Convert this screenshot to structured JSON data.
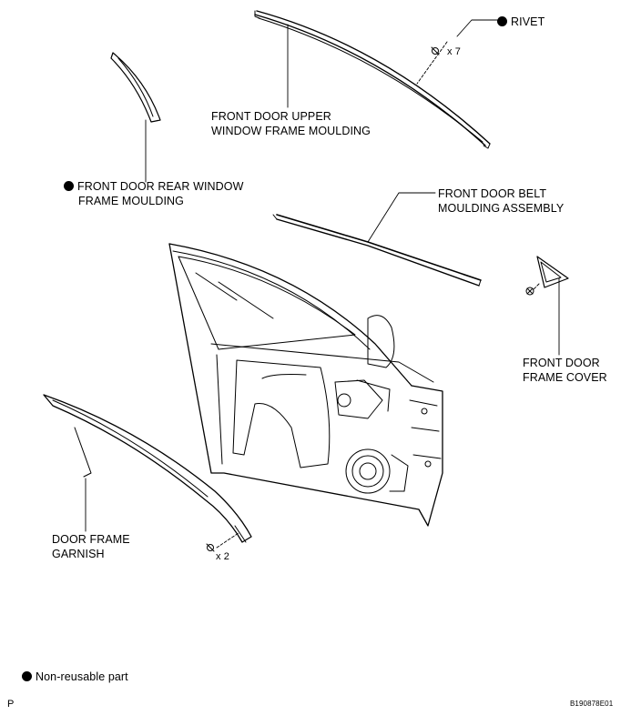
{
  "labels": {
    "rivet": "RIVET",
    "rivet_qty": "x 7",
    "upper_moulding_l1": "FRONT DOOR UPPER",
    "upper_moulding_l2": "WINDOW FRAME MOULDING",
    "rear_moulding_l1": "FRONT DOOR REAR WINDOW",
    "rear_moulding_l2": "FRAME MOULDING",
    "belt_moulding_l1": "FRONT DOOR BELT",
    "belt_moulding_l2": "MOULDING ASSEMBLY",
    "frame_cover_l1": "FRONT DOOR",
    "frame_cover_l2": "FRAME COVER",
    "garnish_l1": "DOOR FRAME",
    "garnish_l2": "GARNISH",
    "clip_qty": "x 2"
  },
  "legend": {
    "non_reusable": "Non-reusable part"
  },
  "footer": {
    "left_code": "P",
    "figure_id": "B190878E01"
  }
}
